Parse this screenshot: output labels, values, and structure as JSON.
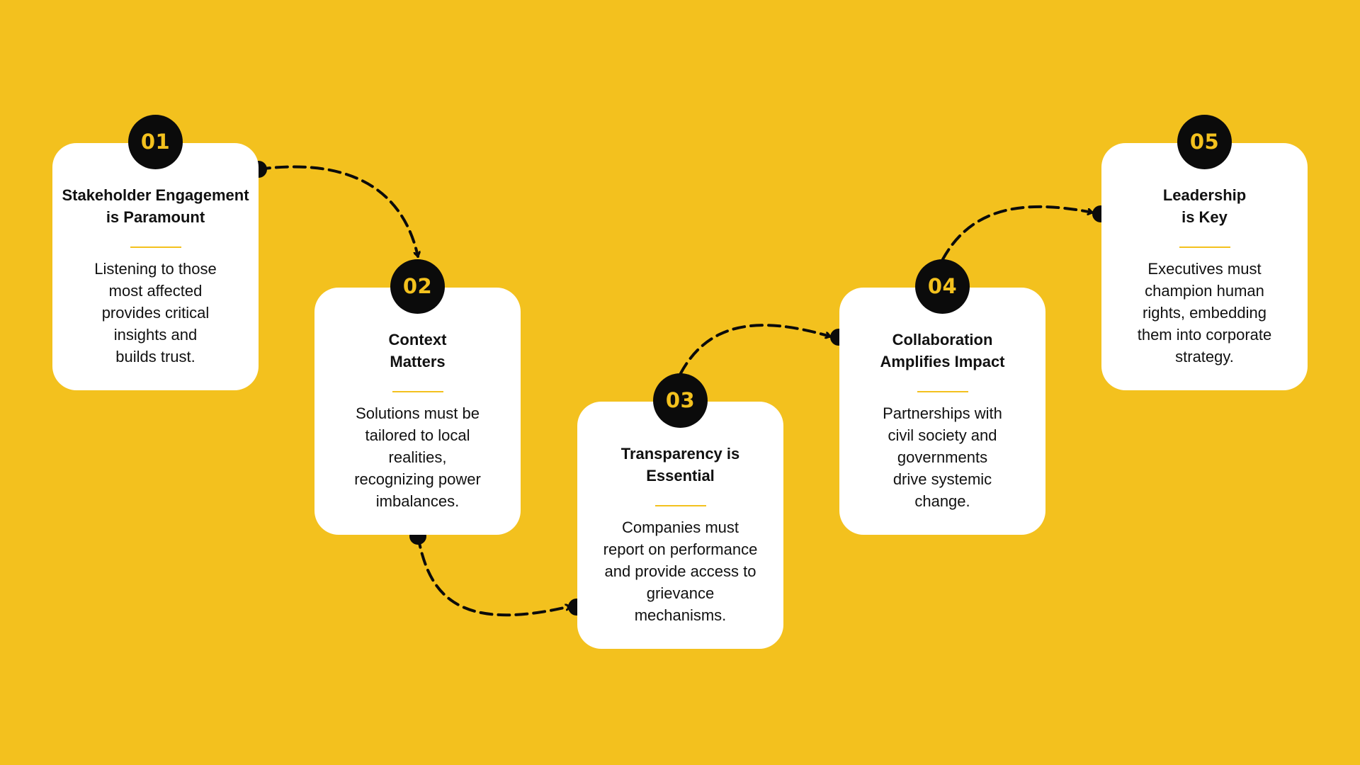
{
  "colors": {
    "background": "#F3C11E",
    "card": "#FFFFFF",
    "badge": "#0B0B0B",
    "badge_text": "#F3C11E",
    "divider": "#F3C11E",
    "connector": "#0B0B0B"
  },
  "steps": [
    {
      "number": "01",
      "title": "Stakeholder Engagement\nis Paramount",
      "description": "Listening to those\nmost affected\nprovides critical\ninsights and\nbuilds trust."
    },
    {
      "number": "02",
      "title": "Context\nMatters",
      "description": "Solutions must be\ntailored to local\nrealities,\nrecognizing power\nimbalances."
    },
    {
      "number": "03",
      "title": "Transparency is\nEssential",
      "description": "Companies must\nreport on performance\nand provide access to\ngrievance\nmechanisms."
    },
    {
      "number": "04",
      "title": "Collaboration\nAmplifies Impact",
      "description": "Partnerships with\ncivil society and\ngovernments\ndrive systemic\nchange."
    },
    {
      "number": "05",
      "title": "Leadership\nis Key",
      "description": "Executives must\nchampion human\nrights, embedding\nthem into corporate\nstrategy."
    }
  ]
}
